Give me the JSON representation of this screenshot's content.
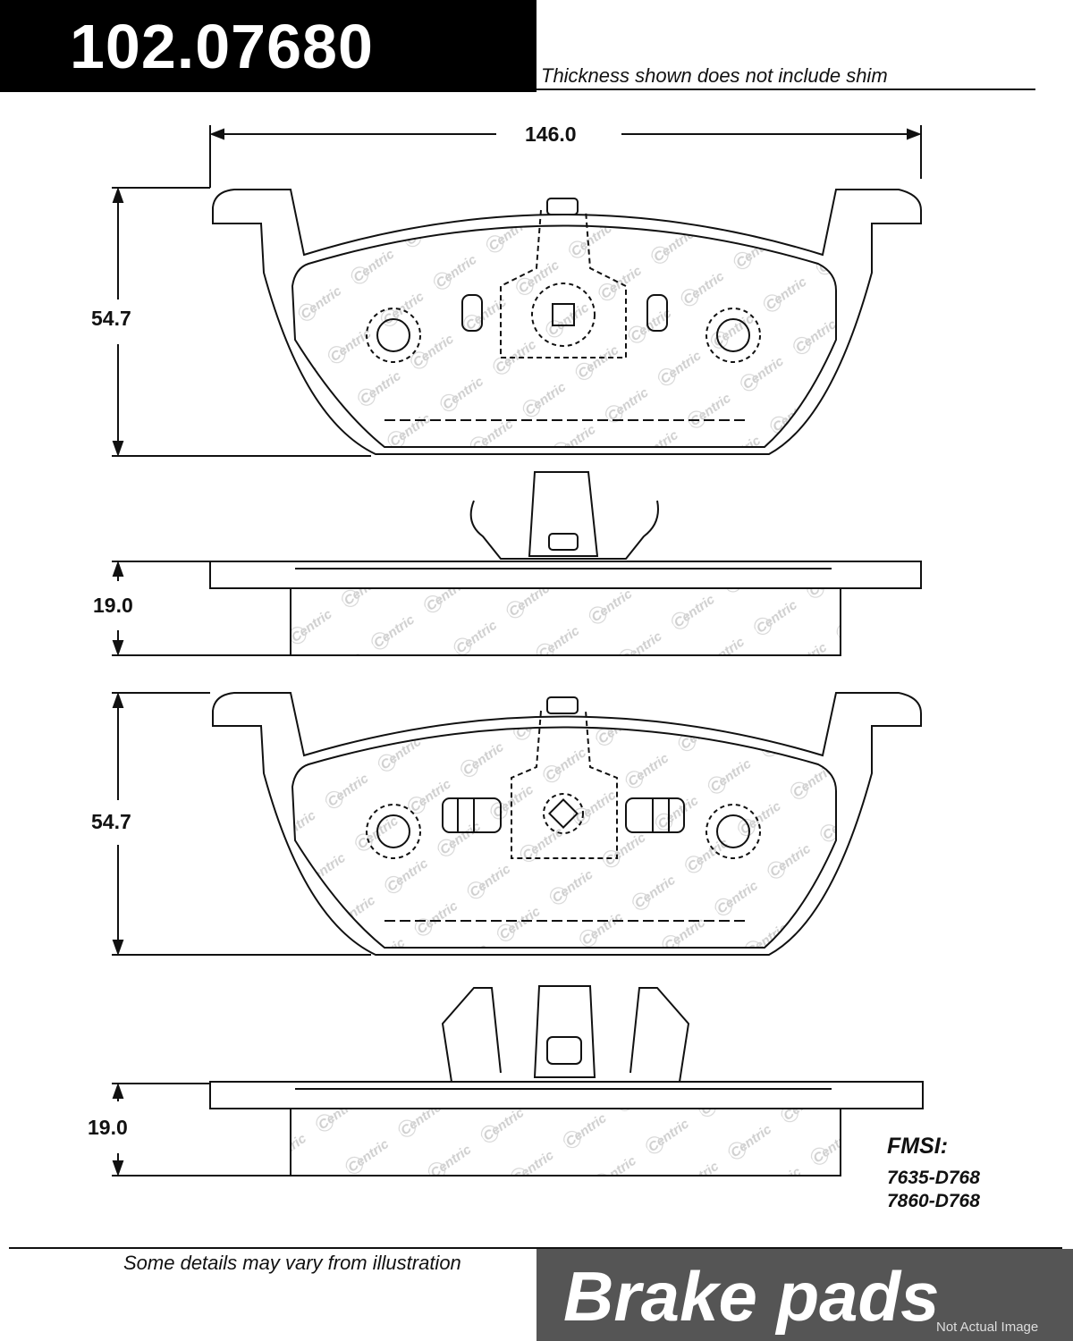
{
  "header": {
    "part_number": "102.07680",
    "note": "Thickness shown does not include shim"
  },
  "dimensions": {
    "width": "146.0",
    "pad1_height": "54.7",
    "pad1_thickness": "19.0",
    "pad2_height": "54.7",
    "pad2_thickness": "19.0"
  },
  "pattern_text": "Centric",
  "fmsi": {
    "label": "FMSI:",
    "codes": [
      "7635-D768",
      "7860-D768"
    ]
  },
  "footer": {
    "note": "Some details may vary from illustration",
    "category": "Brake pads",
    "disclaimer": "Not Actual Image"
  }
}
